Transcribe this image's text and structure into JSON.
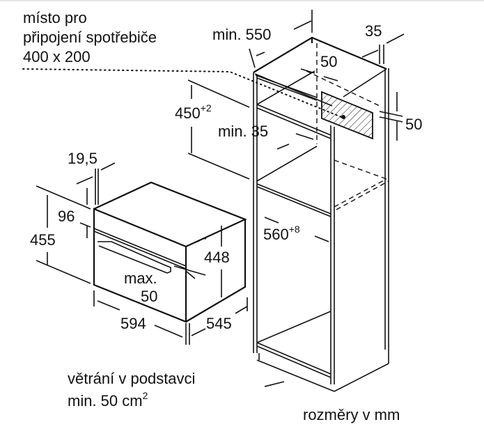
{
  "labels": {
    "connection_line1": "místo pro",
    "connection_line2": "připojení spotřebiče",
    "connection_line3": "400 x 200",
    "min_550": "min. 550",
    "dim_35": "35",
    "dim_50_top": "50",
    "dim_50_right": "50",
    "dim_450": "450",
    "dim_450_tol": "+2",
    "min_35": "min. 35",
    "dim_19_5": "19,5",
    "dim_96": "96",
    "dim_455": "455",
    "dim_448": "448",
    "max": "max.",
    "dim_50_max": "50",
    "dim_594": "594",
    "dim_545": "545",
    "dim_560": "560",
    "dim_560_tol": "+8",
    "ventilation_line1": "větrání v podstavci",
    "ventilation_line2": "min. 50 cm",
    "ventilation_sup": "2",
    "units": "rozměry v mm"
  },
  "colors": {
    "line": "#111111",
    "background": "#ffffff"
  }
}
